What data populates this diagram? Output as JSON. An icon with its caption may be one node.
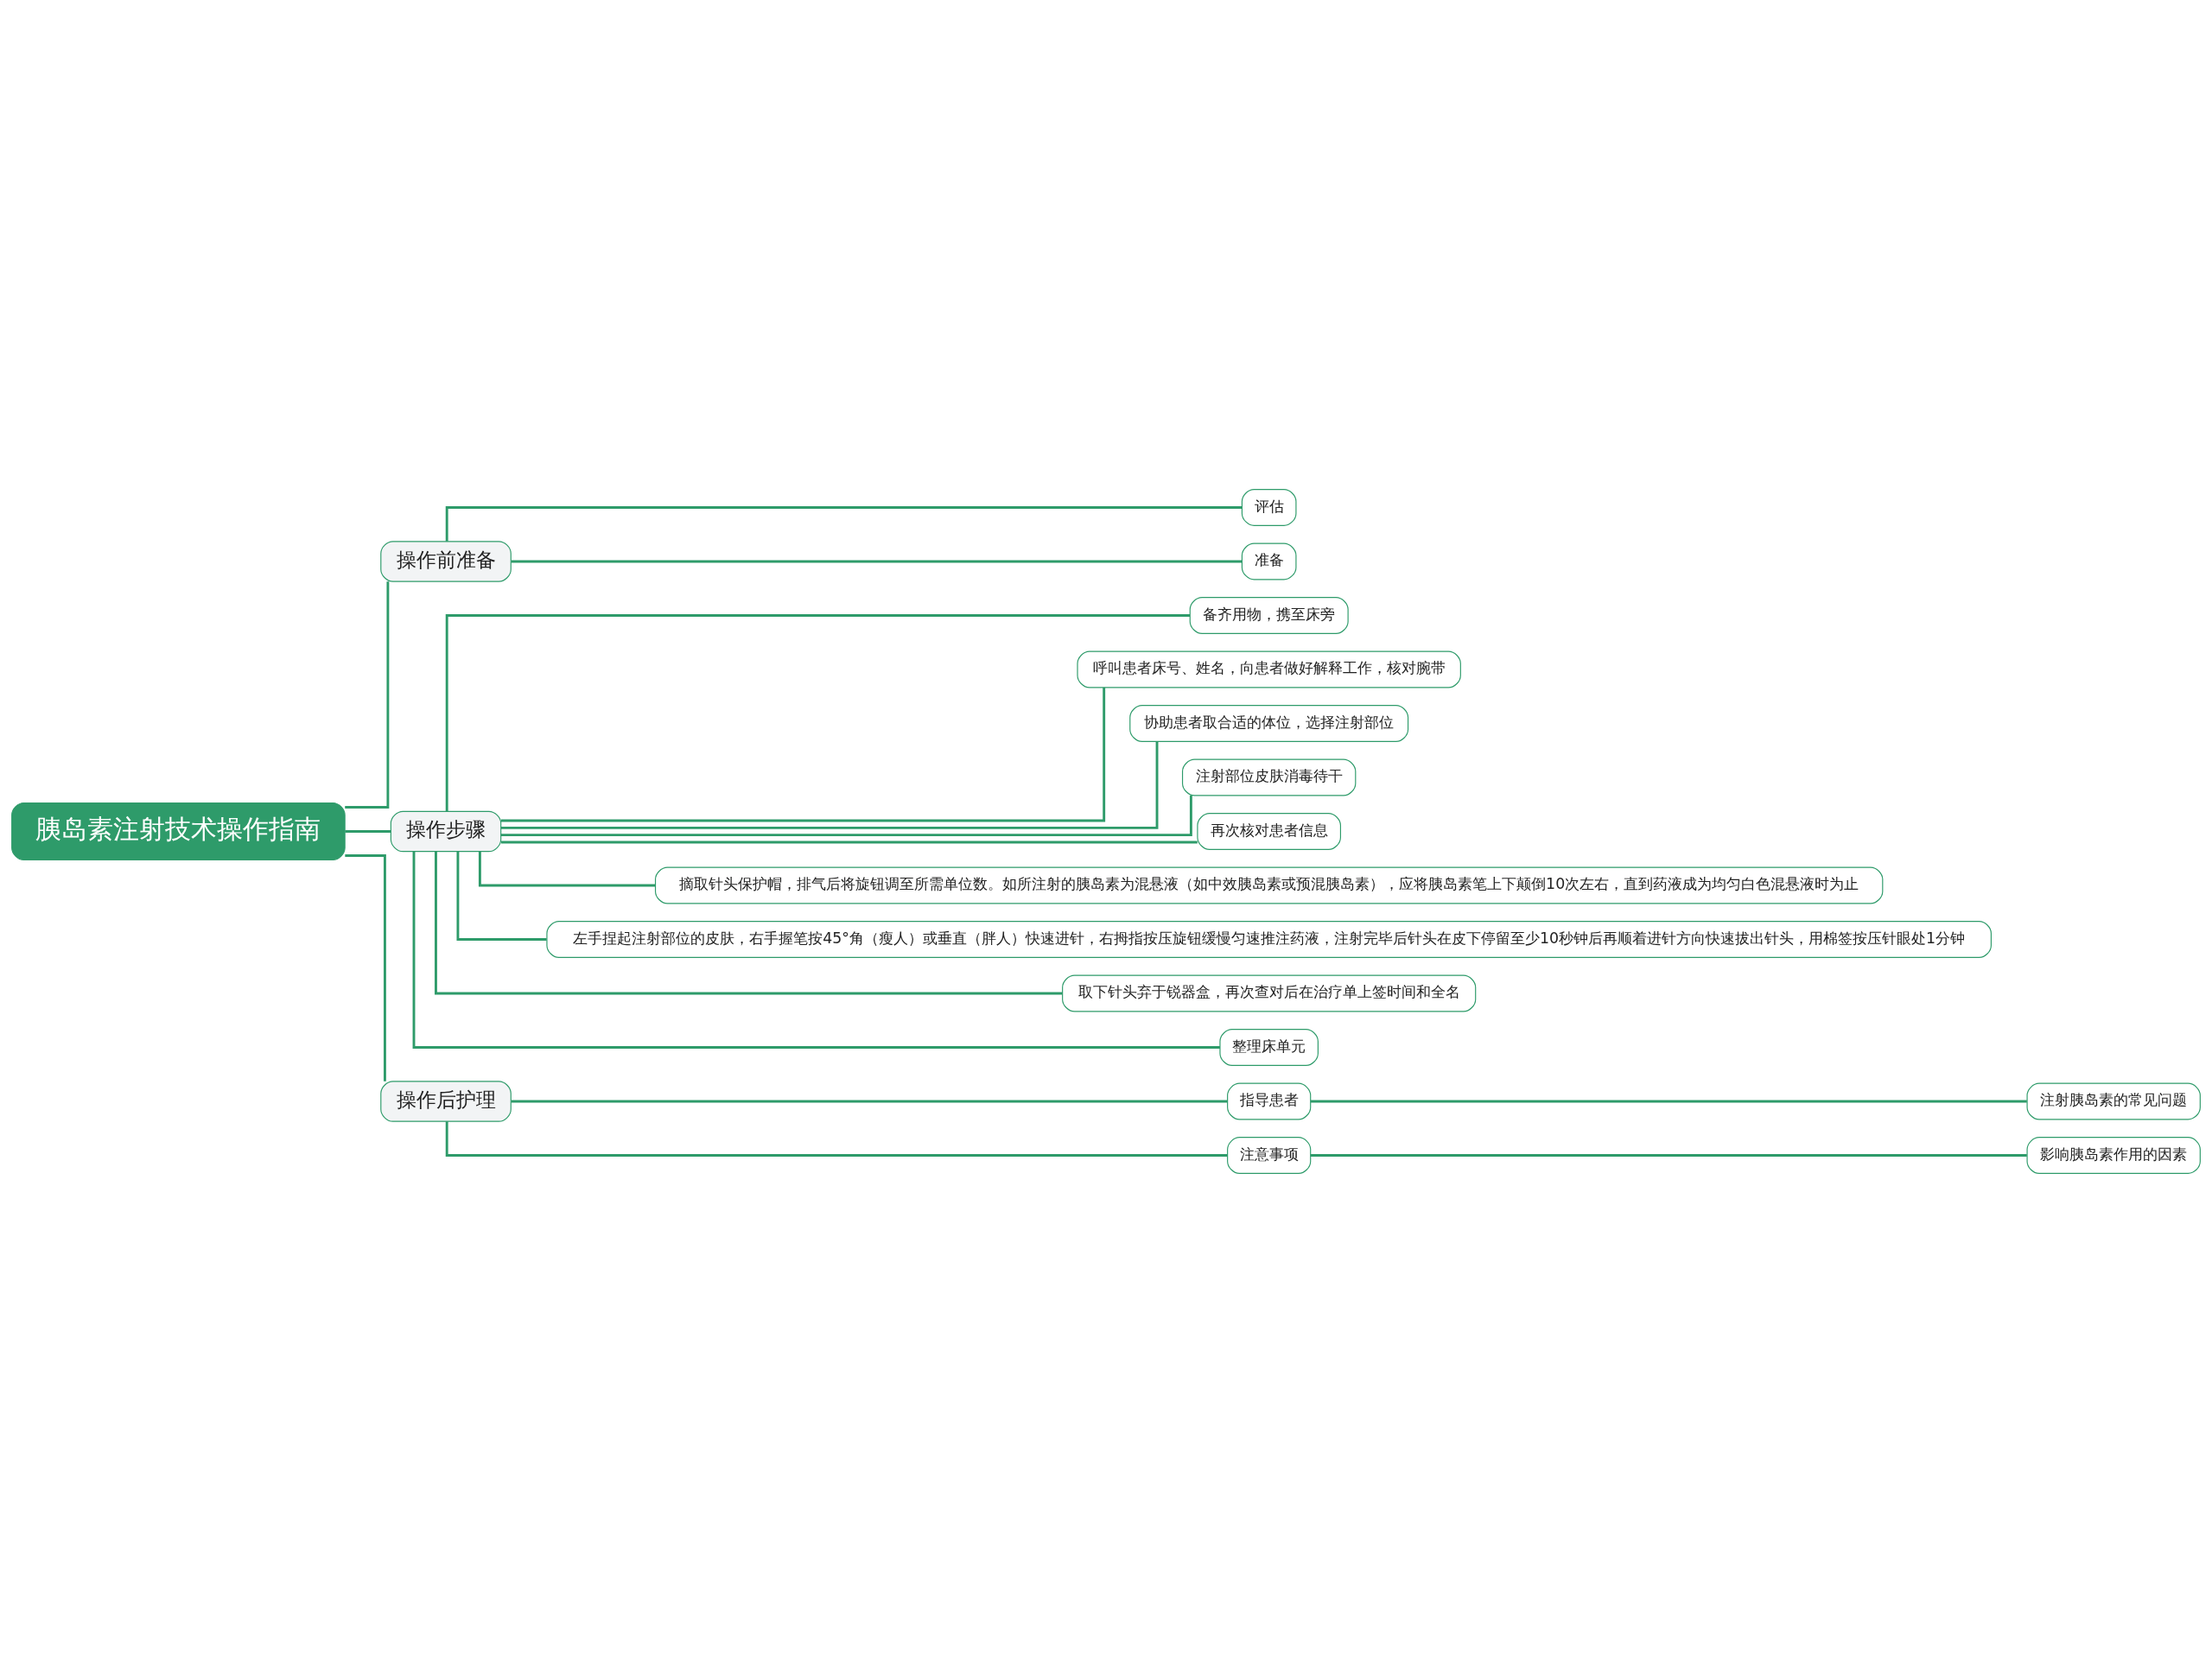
{
  "diagram": {
    "nodes": [
      {
        "text": [
          "胰岛素注射技术操作指南"
        ]
      },
      {
        "text": [
          "操作前准备"
        ]
      },
      {
        "text": [
          "评估"
        ]
      },
      {
        "text": [
          "准备"
        ]
      },
      {
        "text": [
          "操作步骤"
        ]
      },
      {
        "text": [
          "备齐用物，携至床旁"
        ]
      },
      {
        "text": [
          "呼叫患者床号、姓名，向患者做好解释工作，核对腕带"
        ]
      },
      {
        "text": [
          "协助患者取合适的体位，选择注射部位"
        ]
      },
      {
        "text": [
          "注射部位皮肤消毒待干"
        ]
      },
      {
        "text": [
          "再次核对患者信息"
        ]
      },
      {
        "text": [
          "摘取针头保护帽，排气后将旋钮调至所需单位数。如所注射的胰岛素为混悬液（如中效胰岛素或预混胰岛素），应将胰岛素笔上下颠倒10次左右，直到药液成为均匀白色混悬液时为止"
        ]
      },
      {
        "text": [
          "左手捏起注射部位的皮肤，右手握笔按45°角（瘦人）或垂直（胖人）快速进针，右拇指按压旋钮缓慢匀速推注药液，注射完毕后针头在皮下停留至少10秒钟后再顺着进针方向快速拔出针头，用棉签按压针眼处1分钟"
        ]
      },
      {
        "text": [
          "取下针头弃于锐器盒，再次查对后在治疗单上签时间和全名"
        ]
      },
      {
        "text": [
          "整理床单元"
        ]
      },
      {
        "text": [
          "操作后护理"
        ]
      },
      {
        "text": [
          "指导患者"
        ]
      },
      {
        "text": [
          "注射胰岛素的常见问题"
        ]
      },
      {
        "text": [
          "注意事项"
        ]
      },
      {
        "text": [
          "影响胰岛素作用的因素"
        ]
      }
    ],
    "edges": [
      {
        "from": 0,
        "to": 1,
        "arrow": "none"
      },
      {
        "from": 1,
        "to": 2,
        "arrow": "none"
      },
      {
        "from": 1,
        "to": 3,
        "arrow": "none"
      },
      {
        "from": 0,
        "to": 4,
        "arrow": "none"
      },
      {
        "from": 4,
        "to": 5,
        "arrow": "none"
      },
      {
        "from": 4,
        "to": 6,
        "arrow": "none"
      },
      {
        "from": 4,
        "to": 7,
        "arrow": "none"
      },
      {
        "from": 4,
        "to": 8,
        "arrow": "none"
      },
      {
        "from": 4,
        "to": 9,
        "arrow": "none"
      },
      {
        "from": 4,
        "to": 10,
        "arrow": "none"
      },
      {
        "from": 4,
        "to": 11,
        "arrow": "none"
      },
      {
        "from": 4,
        "to": 12,
        "arrow": "none"
      },
      {
        "from": 4,
        "to": 13,
        "arrow": "none"
      },
      {
        "from": 0,
        "to": 14,
        "arrow": "none"
      },
      {
        "from": 14,
        "to": 15,
        "arrow": "none"
      },
      {
        "from": 15,
        "to": 16,
        "arrow": "none"
      },
      {
        "from": 14,
        "to": 17,
        "arrow": "none"
      },
      {
        "from": 17,
        "to": 18,
        "arrow": "none"
      }
    ]
  }
}
